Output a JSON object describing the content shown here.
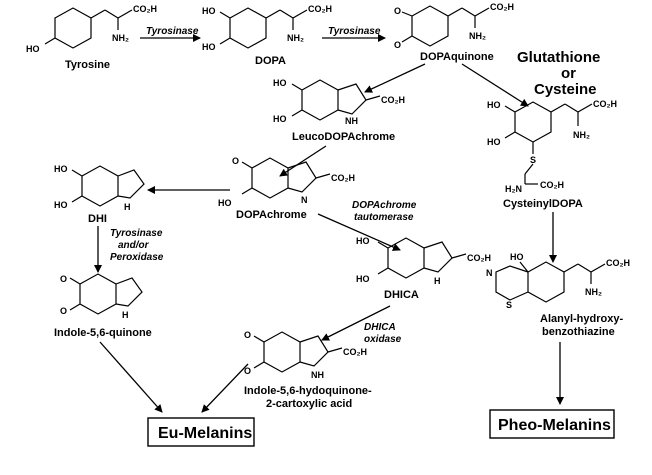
{
  "compounds": {
    "tyrosine": "Tyrosine",
    "dopa": "DOPA",
    "dopaquinone": "DOPAquinone",
    "leucodopachrome": "LeucoDOPAchrome",
    "dopachrome": "DOPAchrome",
    "dhi": "DHI",
    "dhica": "DHICA",
    "indole_quinone": "Indole-5,6-quinone",
    "indole_hydroquinone_line1": "Indole-5,6-hydoquinone-",
    "indole_hydroquinone_line2": "2-cartoxylic acid",
    "cysteinyldopa": "CysteinylDOPA",
    "alanyl_line1": "Alanyl-hydroxy-",
    "alanyl_line2": "benzothiazine"
  },
  "enzymes": {
    "tyrosinase_1": "Tyrosinase",
    "tyrosinase_2": "Tyrosinase",
    "tyrosinase_peroxidase_line1": "Tyrosinase",
    "tyrosinase_peroxidase_line2": "and/or",
    "tyrosinase_peroxidase_line3": "Peroxidase",
    "dopachrome_tautomerase_line1": "DOPAchrome",
    "dopachrome_tautomerase_line2": "tautomerase",
    "dhica_oxidase_line1": "DHICA",
    "dhica_oxidase_line2": "oxidase"
  },
  "branch_label": {
    "line1": "Glutathione",
    "line2": "or",
    "line3": "Cysteine"
  },
  "products": {
    "eu_melanins": "Eu-Melanins",
    "pheo_melanins": "Pheo-Melanins"
  },
  "atoms": {
    "co2h": "CO₂H",
    "nh2": "NH₂",
    "h2n": "H₂N",
    "ho": "HO",
    "o": "O",
    "nh": "NH",
    "n": "N",
    "s": "S",
    "h": "H"
  }
}
